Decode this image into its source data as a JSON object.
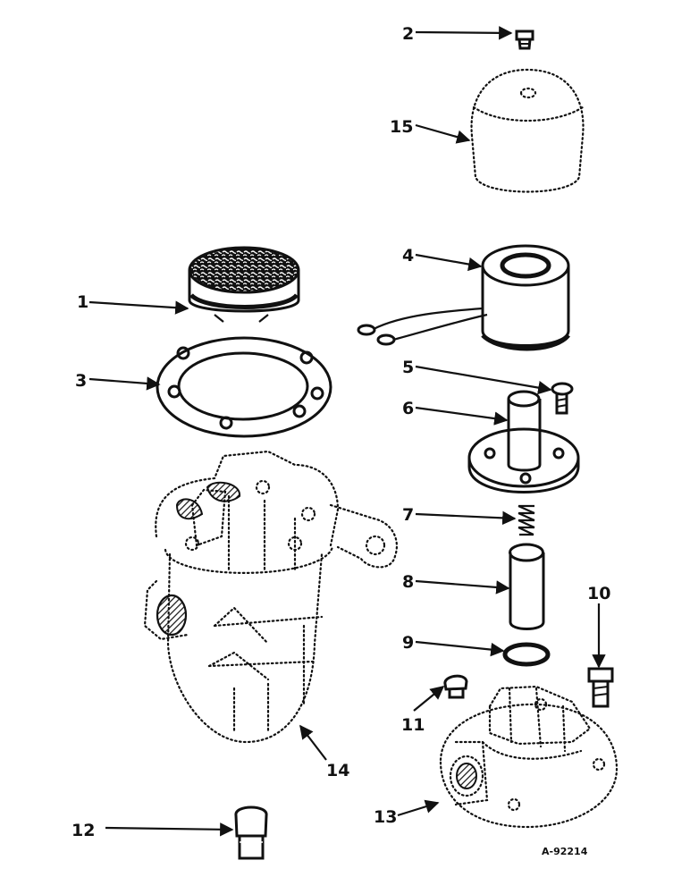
{
  "diagram": {
    "drawing_code": "A-92214",
    "callouts": [
      {
        "id": "1",
        "text": "1"
      },
      {
        "id": "2",
        "text": "2"
      },
      {
        "id": "3",
        "text": "3"
      },
      {
        "id": "4",
        "text": "4"
      },
      {
        "id": "5",
        "text": "5"
      },
      {
        "id": "6",
        "text": "6"
      },
      {
        "id": "7",
        "text": "7"
      },
      {
        "id": "8",
        "text": "8"
      },
      {
        "id": "9",
        "text": "9"
      },
      {
        "id": "10",
        "text": "10"
      },
      {
        "id": "11",
        "text": "11"
      },
      {
        "id": "12",
        "text": "12"
      },
      {
        "id": "13",
        "text": "13"
      },
      {
        "id": "14",
        "text": "14"
      },
      {
        "id": "15",
        "text": "15"
      }
    ]
  }
}
